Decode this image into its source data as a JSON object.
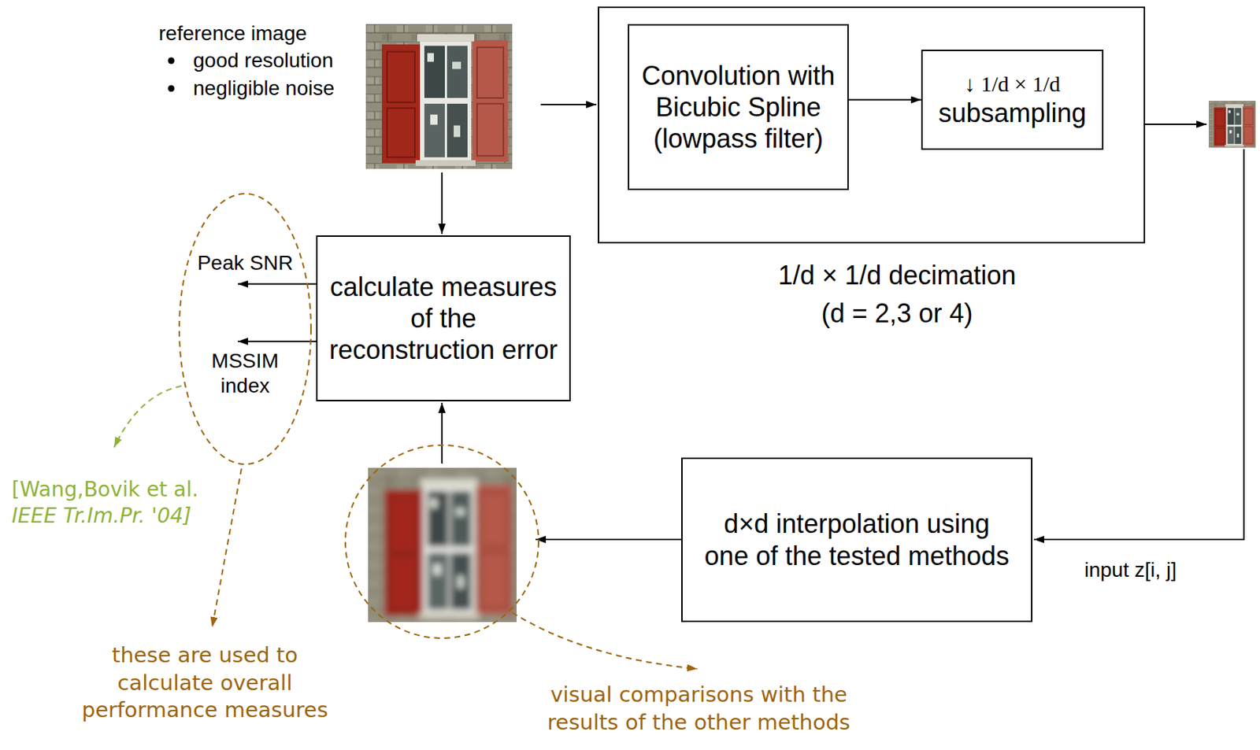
{
  "diagram": {
    "nodes": [
      {
        "text": [
          "1/d × 1/d decimation",
          "(d = 2,3 or 4)"
        ]
      },
      {
        "text": [
          "Convolution with Bicubic Spline (lowpass filter)"
        ],
        "in": 0
      },
      {
        "text": [
          "↓ 1/d × 1/d",
          "subsampling"
        ],
        "in": 0
      },
      {
        "text": [
          "calculate measures of the reconstruction error"
        ]
      },
      {
        "text": [
          "Peak SNR",
          "MSSIM index"
        ]
      },
      {
        "text": [
          "d×d interpolation using one of the tested methods"
        ]
      }
    ],
    "edges": [
      {
        "from": 1,
        "to": 2,
        "arrow": "to"
      },
      {
        "from": 3,
        "to": 4,
        "arrow": "to"
      },
      {
        "from": 3,
        "to": 4,
        "arrow": "to"
      }
    ],
    "labels": [
      "reference image",
      "good resolution",
      "negligible noise",
      "[Wang,Bovik et al.",
      "IEEE Tr.Im.Pr. '04]",
      "these are used to calculate overall performance measures",
      "visual comparisons with the results of the other methods",
      "input z[i, j]"
    ]
  }
}
